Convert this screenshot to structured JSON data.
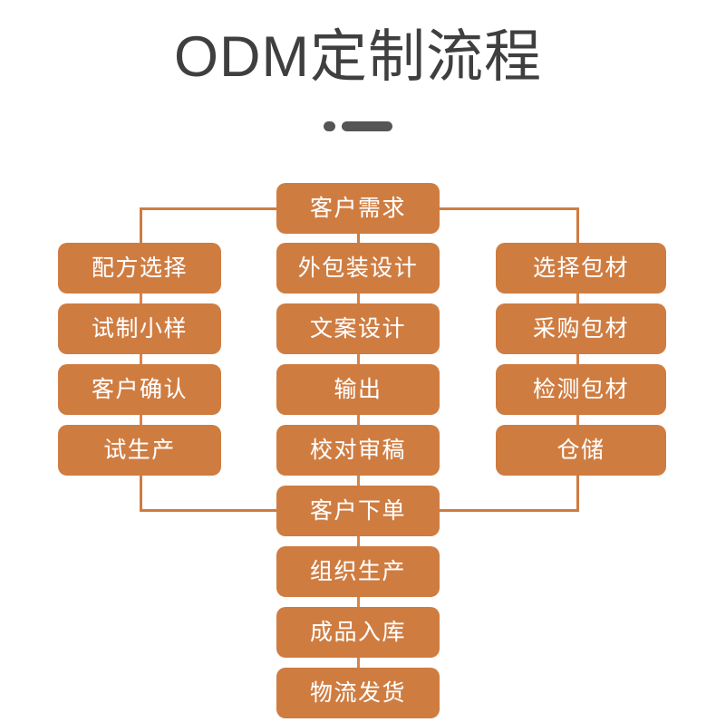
{
  "header": {
    "title": "ODM定制流程",
    "divider_dot": "dot-shape",
    "divider_dash": "dash-shape"
  },
  "theme": {
    "node_fill": "#cf7c41",
    "node_text": "#ffffff",
    "connector": "#cf7c41",
    "title_color": "#3f3f3f",
    "background": "#ffffff"
  },
  "chart_data": {
    "type": "diagram",
    "title": "ODM定制流程",
    "layout": "three-column flowchart converging top and bottom",
    "root": "客户需求",
    "join": "客户下单",
    "columns": [
      {
        "name": "formula-branch",
        "position": "left",
        "nodes": [
          "配方选择",
          "试制小样",
          "客户确认",
          "试生产"
        ]
      },
      {
        "name": "design-branch",
        "position": "center",
        "nodes": [
          "外包装设计",
          "文案设计",
          "输出",
          "校对审稿"
        ]
      },
      {
        "name": "packaging-branch",
        "position": "right",
        "nodes": [
          "选择包材",
          "采购包材",
          "检测包材",
          "仓储"
        ]
      }
    ],
    "tail": [
      "组织生产",
      "成品入库",
      "物流发货"
    ]
  },
  "nodes": {
    "root": "客户需求",
    "left": {
      "n0": "配方选择",
      "n1": "试制小样",
      "n2": "客户确认",
      "n3": "试生产"
    },
    "center": {
      "n0": "外包装设计",
      "n1": "文案设计",
      "n2": "输出",
      "n3": "校对审稿"
    },
    "right": {
      "n0": "选择包材",
      "n1": "采购包材",
      "n2": "检测包材",
      "n3": "仓储"
    },
    "join": "客户下单",
    "tail": {
      "n0": "组织生产",
      "n1": "成品入库",
      "n2": "物流发货"
    }
  }
}
